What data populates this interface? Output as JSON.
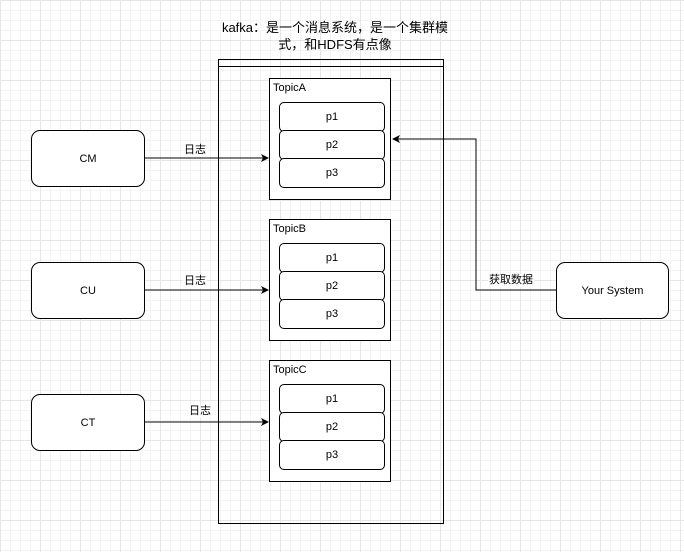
{
  "title": {
    "line1": "kafka：是一个消息系统，是一个集群模",
    "line2": "式，和HDFS有点像"
  },
  "topics": [
    {
      "label": "TopicA",
      "partitions": [
        "p1",
        "p2",
        "p3"
      ]
    },
    {
      "label": "TopicB",
      "partitions": [
        "p1",
        "p2",
        "p3"
      ]
    },
    {
      "label": "TopicC",
      "partitions": [
        "p1",
        "p2",
        "p3"
      ]
    }
  ],
  "sources": [
    {
      "label": "CM",
      "edge_label": "日志"
    },
    {
      "label": "CU",
      "edge_label": "日志"
    },
    {
      "label": "CT",
      "edge_label": "日志"
    }
  ],
  "consumer": {
    "label": "Your System",
    "edge_label": "获取数据"
  }
}
